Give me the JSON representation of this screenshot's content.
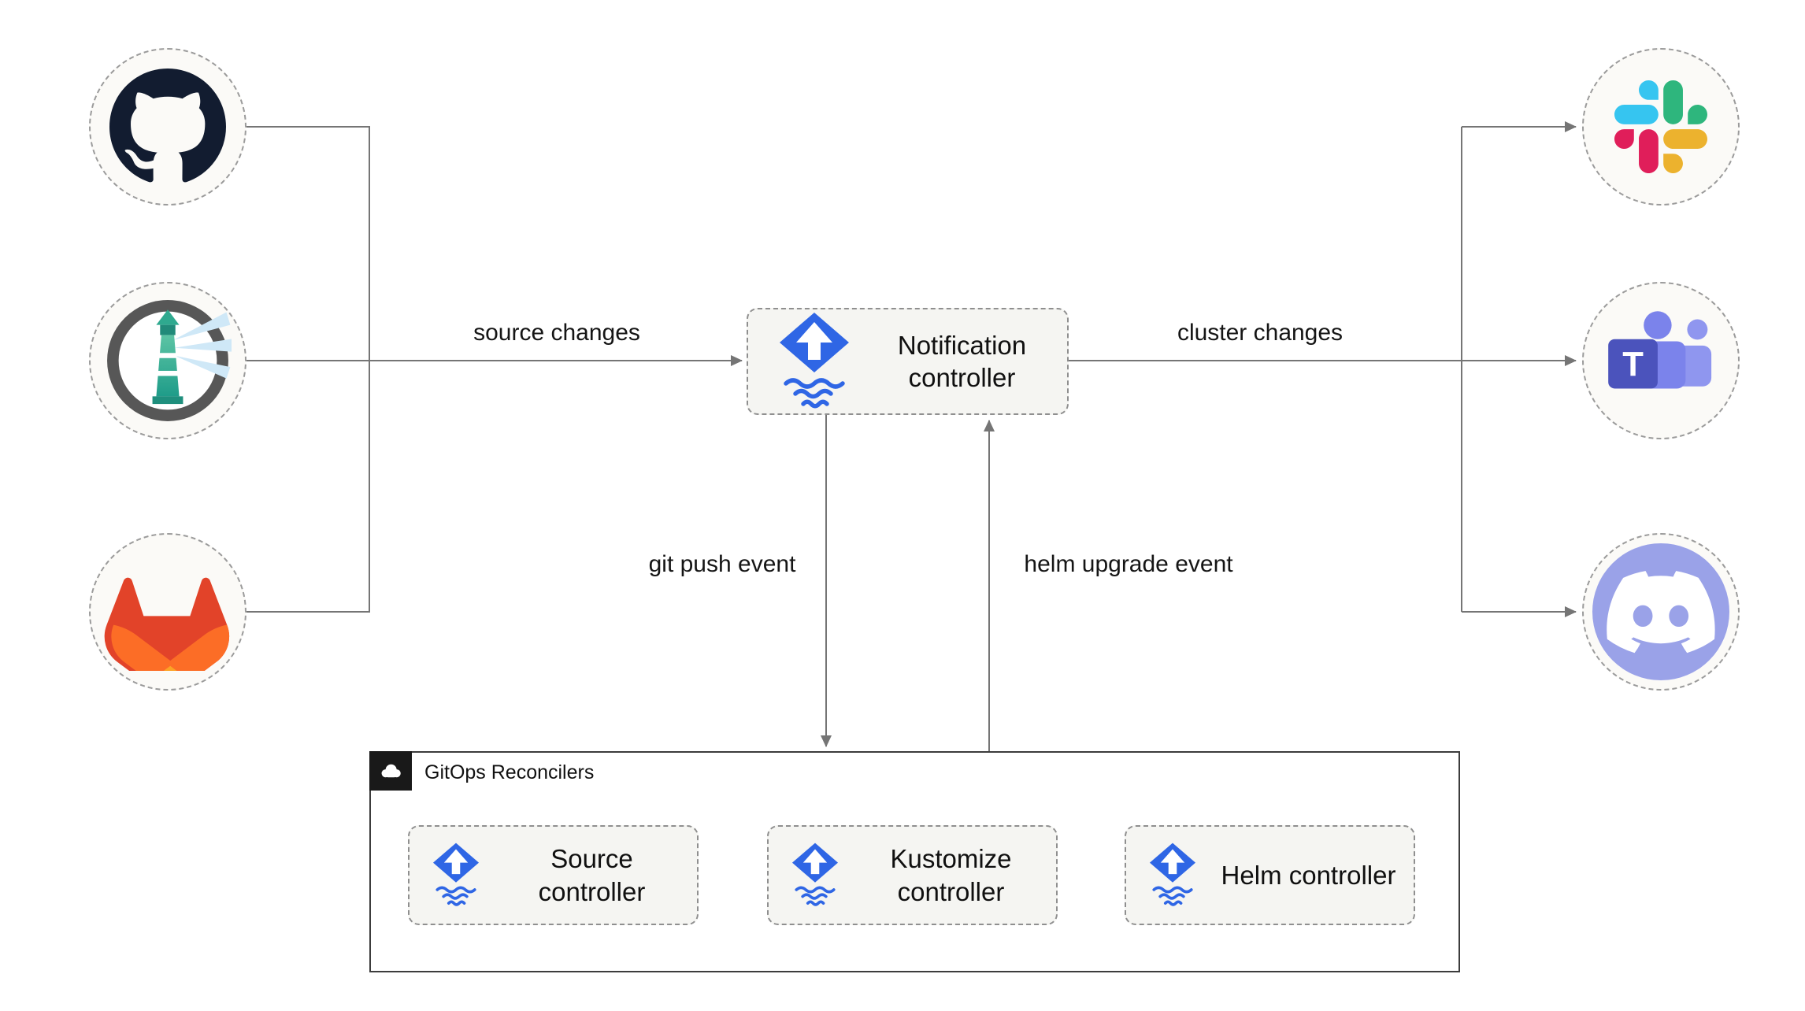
{
  "edges": {
    "source_changes": "source changes",
    "cluster_changes": "cluster changes",
    "git_push_event": "git push event",
    "helm_upgrade_event": "helm upgrade event"
  },
  "notification": {
    "label": "Notification controller",
    "icon": "flux-icon"
  },
  "gitops": {
    "title": "GitOps Reconcilers",
    "icon": "cloud-icon",
    "controllers": [
      {
        "label": "Source controller",
        "icon": "flux-icon"
      },
      {
        "label": "Kustomize controller",
        "icon": "flux-icon"
      },
      {
        "label": "Helm controller",
        "icon": "flux-icon"
      }
    ]
  },
  "sources": [
    {
      "icon": "github-icon"
    },
    {
      "icon": "harbor-icon"
    },
    {
      "icon": "gitlab-icon"
    }
  ],
  "targets": [
    {
      "icon": "slack-icon"
    },
    {
      "icon": "teams-icon"
    },
    {
      "icon": "discord-icon"
    }
  ],
  "colors": {
    "flux_blue": "#2f66e5",
    "arrow_gray": "#757575",
    "box_fill": "#f5f5f2",
    "node_fill": "#fbfaf7",
    "teams_purple": "#4b53bc",
    "discord_lavender": "#9aa2e8",
    "slack": [
      "#e01e5a",
      "#36c5f0",
      "#2eb67d",
      "#ecb22e"
    ],
    "gitlab": [
      "#e24329",
      "#fc6d26",
      "#fca326"
    ]
  }
}
